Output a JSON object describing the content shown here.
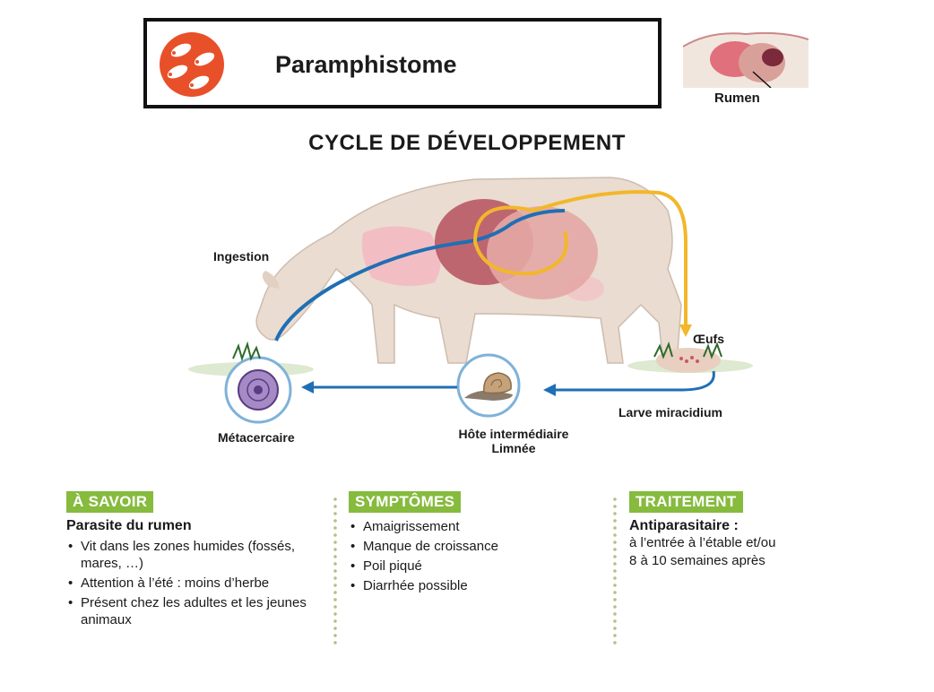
{
  "header": {
    "title": "Paramphistome"
  },
  "rumen_thumb": {
    "label": "Rumen"
  },
  "cycle": {
    "title": "CYCLE DE DÉVELOPPEMENT",
    "labels": {
      "ingestion": "Ingestion",
      "oeufs": "Œufs",
      "larve": "Larve miracidium",
      "hote_line1": "Hôte intermédiaire",
      "hote_line2": "Limnée",
      "metacercaire": "Métacercaire"
    }
  },
  "a_savoir": {
    "heading": "À SAVOIR",
    "subtitle": "Parasite du rumen",
    "items": [
      "Vit dans les zones humides (fossés, mares, …)",
      "Attention à l’été : moins d’herbe",
      "Présent chez les adultes et les jeunes animaux"
    ]
  },
  "symptomes": {
    "heading": "SYMPTÔMES",
    "items": [
      "Amaigrissement",
      "Manque de croissance",
      "Poil piqué",
      "Diarrhée possible"
    ]
  },
  "traitement": {
    "heading": "TRAITEMENT",
    "subtitle": "Antiparasitaire :",
    "lines": [
      "à l’entrée à l’étable et/ou",
      "8 à 10 semaines après"
    ]
  },
  "colors": {
    "accent_green": "#86bb3e",
    "logo_orange": "#e8502a",
    "cycle_blue": "#1f6fb5",
    "cycle_yellow": "#f2b72a"
  },
  "icons": [
    "parasite-logo-icon",
    "rumen-anatomy-icon",
    "cow-illustration",
    "snail-icon",
    "metacercaria-icon",
    "eggs-icon"
  ]
}
